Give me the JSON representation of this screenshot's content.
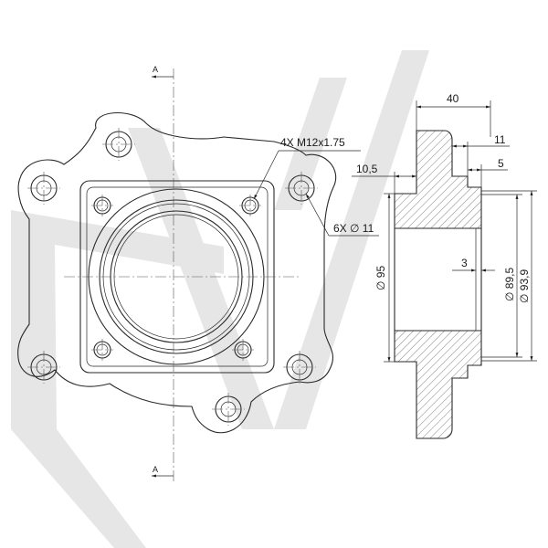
{
  "annotations": {
    "thread_callout": "4X M12x1.75",
    "hole_callout": "6X ∅ 11",
    "section_label_top": "A",
    "section_label_bottom": "A"
  },
  "dimensions": {
    "width_40": "40",
    "width_11": "11",
    "width_10_5": "10,5",
    "width_5": "5",
    "width_3": "3",
    "dia_95": "∅ 95",
    "dia_89_5": "∅ 89,5",
    "dia_93_9": "∅ 93,9"
  },
  "colors": {
    "line": "#2a2a2a",
    "watermark": "#e6e6e6"
  }
}
